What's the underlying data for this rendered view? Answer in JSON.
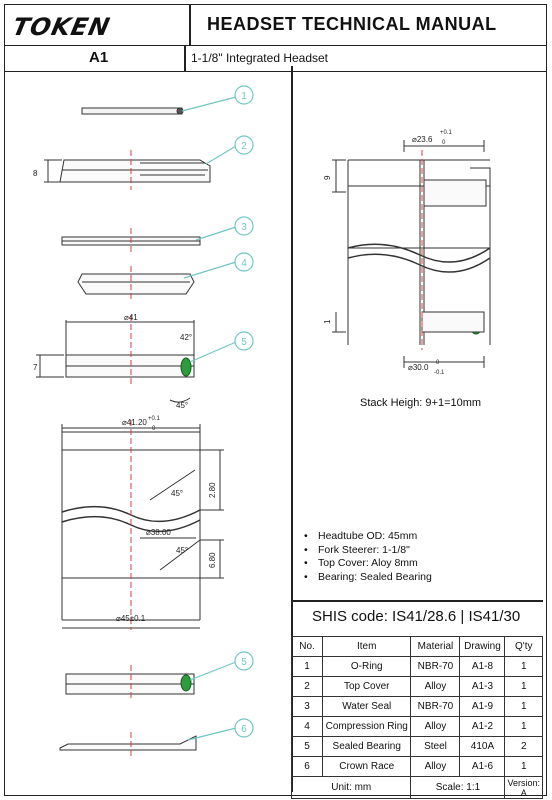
{
  "header": {
    "brand": "TOKEN",
    "title": "HEADSET TECHNICAL MANUAL"
  },
  "subheader": {
    "model": "A1",
    "description": "1-1/8\" Integrated Headset"
  },
  "callouts": [
    "1",
    "2",
    "3",
    "4",
    "5",
    "5",
    "6"
  ],
  "left_dims": {
    "d8": "8",
    "d41": "⌀41",
    "a42": "42°",
    "d7": "7",
    "a45a": "45°",
    "d4120": "⌀41.20",
    "tol1": "+0.1",
    "tol0": "0",
    "d280": "2.80",
    "a45b": "45°",
    "d3800": "⌀38.00",
    "a45c": "45°",
    "d680": "6.80",
    "d45": "⌀45±0.1"
  },
  "right_dims": {
    "d236": "⌀23.6",
    "tol1": "+0.1",
    "tol0": "0",
    "d9": "9",
    "d1": "1",
    "d300": "⌀30.0",
    "tol2": "0",
    "tol3": "-0.1"
  },
  "stack_height": "Stack Heigh: 9+1=10mm",
  "specs": [
    "Headtube OD: 45mm",
    "Fork Steerer: 1-1/8\"",
    "Top Cover: Aloy 8mm",
    "Bearing: Sealed Bearing"
  ],
  "shis_code": "SHIS code: IS41/28.6 | IS41/30",
  "parts_table": {
    "headers": [
      "No.",
      "Item",
      "Material",
      "Drawing",
      "Q'ty"
    ],
    "rows": [
      [
        "1",
        "O-Ring",
        "NBR-70",
        "A1-8",
        "1"
      ],
      [
        "2",
        "Top Cover",
        "Alloy",
        "A1-3",
        "1"
      ],
      [
        "3",
        "Water Seal",
        "NBR-70",
        "A1-9",
        "1"
      ],
      [
        "4",
        "Compression Ring",
        "Alloy",
        "A1-2",
        "1"
      ],
      [
        "5",
        "Sealed Bearing",
        "Steel",
        "410A",
        "2"
      ],
      [
        "6",
        "Crown Race",
        "Alloy",
        "A1-6",
        "1"
      ]
    ],
    "footer": {
      "unit": "Unit: mm",
      "scale": "Scale: 1:1",
      "version": "Version: A"
    }
  },
  "colors": {
    "callout": "#6fc7c2",
    "bearing": "#2e9c3c",
    "center": "#d04040",
    "line": "#333333"
  }
}
